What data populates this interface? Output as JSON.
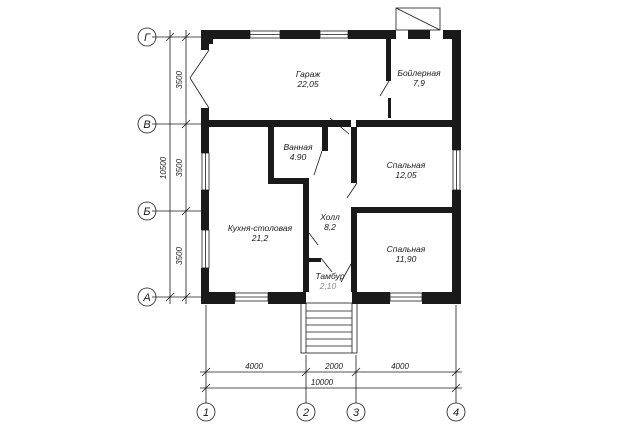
{
  "rooms": [
    {
      "name": "Гараж",
      "area": "22,05"
    },
    {
      "name": "Бойлерная",
      "area": "7,9"
    },
    {
      "name": "Ванная",
      "area": "4.90"
    },
    {
      "name": "Спальная",
      "area": "12,05"
    },
    {
      "name": "Кухня-столовая",
      "area": "21,2"
    },
    {
      "name": "Холл",
      "area": "8,2"
    },
    {
      "name": "Спальная",
      "area": "11,90"
    },
    {
      "name": "Тамбур",
      "area": "2,10"
    }
  ],
  "axes": {
    "letters": [
      "Г",
      "В",
      "Б",
      "А"
    ],
    "numbers": [
      "1",
      "2",
      "3",
      "4"
    ]
  },
  "dimensions": {
    "vertical": [
      "3500",
      "3500",
      "3500"
    ],
    "vertical_total": "10500",
    "horizontal": [
      "4000",
      "2000",
      "4000"
    ],
    "horizontal_total": "10000"
  }
}
